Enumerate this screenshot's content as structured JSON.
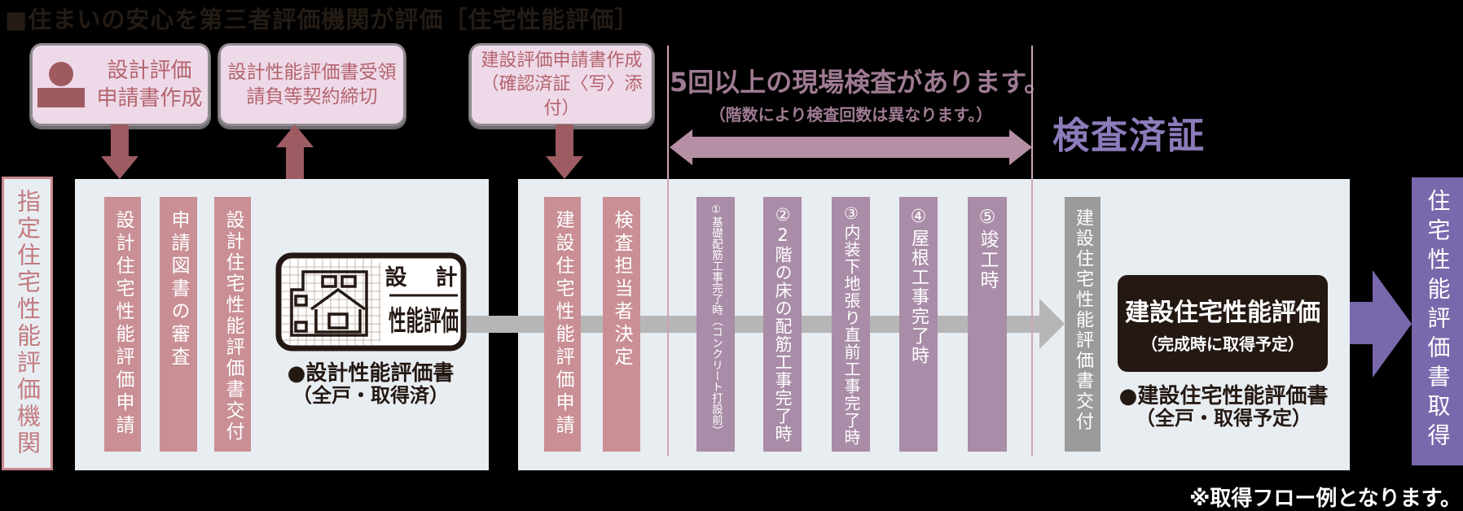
{
  "title": "■住まいの安心を第三者評価機関が評価［住宅性能評価］",
  "colors": {
    "background": "#000000",
    "panel_bg": "#e8edf1",
    "rose_bar": "#c98f95",
    "mauve_bar": "#a98ca7",
    "gray_bar": "#9b9b9b",
    "purple": "#7968ac",
    "certificate_text": "#8d7bbb",
    "rose_arrow": "#9d5c62",
    "double_arrow": "#b58fa4",
    "gray_arrow": "#b6b6b7",
    "pink_box_bg": "#eed9e8",
    "pink_box_text": "#b4646c",
    "guide_line": "#cfa3b8",
    "black_box_bg": "#241813",
    "inspection_text": "#9f7b93"
  },
  "top_boxes": [
    {
      "line1": "設計評価",
      "line2": "申請書作成"
    },
    {
      "line1": "設計性能評価書受領",
      "line2": "請負等契約締切"
    },
    {
      "line1": "建設評価申請書作成",
      "line2": "（確認済証〈写〉添付）"
    }
  ],
  "site_inspection": {
    "headline": "5回以上の現場検査があります。",
    "subline": "（階数により検査回数は異なります。）"
  },
  "certificate_label": "検査済証",
  "org_label": "指定住宅性能評価機関",
  "panel1": {
    "bars": [
      "設計住宅性能評価申請",
      "申請図書の審査",
      "設計住宅性能評価書交付"
    ],
    "logo": {
      "top": "設　計",
      "bottom": "性能評価"
    },
    "note_line1": "●設計性能評価書",
    "note_line2": "（全戸・取得済）"
  },
  "panel2": {
    "bars_rose": [
      "建設住宅性能評価申請",
      "検査担当者決定"
    ],
    "bars_inspection": [
      "①基礎配筋工事完了時（コンクリート打設前）",
      "②2階の床の配筋工事完了時",
      "③内装下地張り直前工事完了時",
      "④屋根工事完了時",
      "⑤竣工時"
    ],
    "bar_gray": "建設住宅性能評価書交付",
    "black_box": {
      "line1": "建設住宅性能評価",
      "line2": "（完成時に取得予定）"
    },
    "note_line1": "●建設住宅性能評価書",
    "note_line2": "（全戸・取得予定）"
  },
  "right_bar": "住宅性能評価書取得",
  "footnote": "※取得フロー例となります。"
}
